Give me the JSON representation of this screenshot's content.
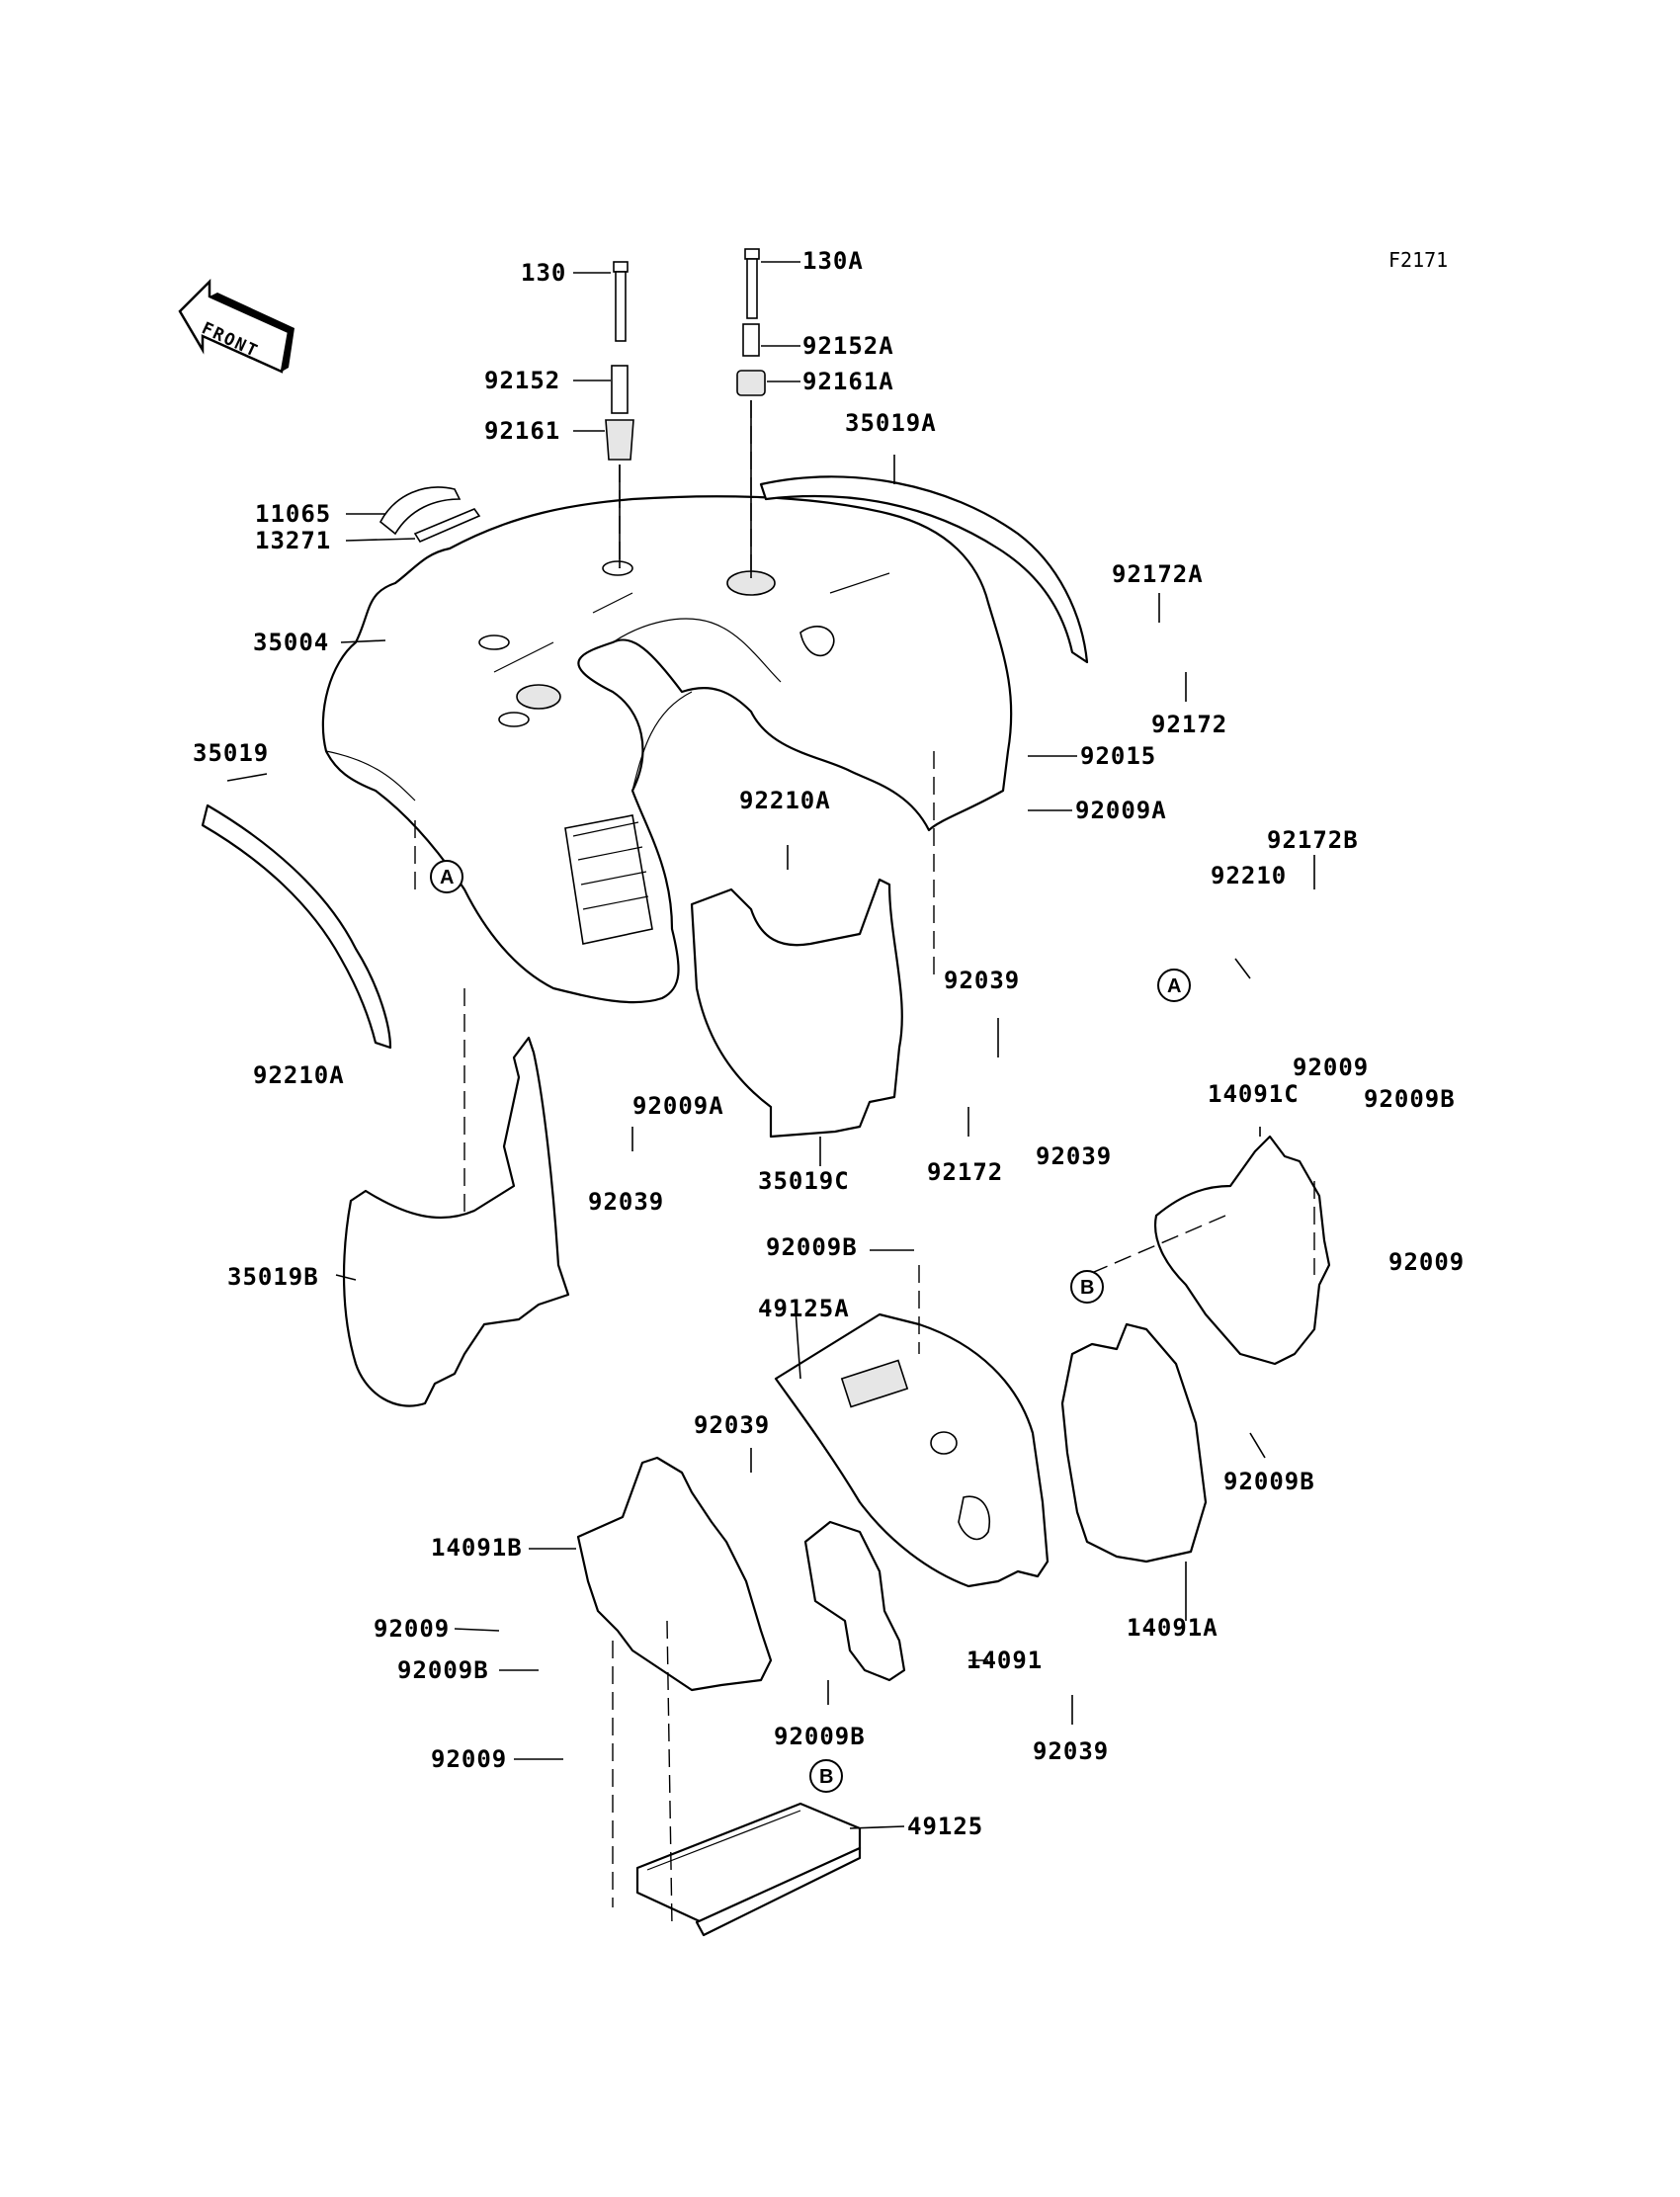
{
  "diagram": {
    "figure_code": "F2171",
    "front_label": "FRONT",
    "callouts": {
      "a1": "A",
      "a2": "A",
      "b1": "B",
      "b2": "B"
    },
    "part_labels": {
      "p130": "130",
      "p130a": "130A",
      "p92152": "92152",
      "p92152a": "92152A",
      "p92161": "92161",
      "p92161a": "92161A",
      "p35019a": "35019A",
      "p11065": "11065",
      "p13271": "13271",
      "p35004": "35004",
      "p92172a": "92172A",
      "p92172_top": "92172",
      "p35019": "35019",
      "p92015": "92015",
      "p92210a_mid": "92210A",
      "p92009a_right": "92009A",
      "p92172b": "92172B",
      "p92210": "92210",
      "p92039_mid": "92039",
      "p92210a_left": "92210A",
      "p92009a_mid": "92009A",
      "p92172_mid": "92172",
      "p92039_left": "92039",
      "p35019c": "35019C",
      "p35019b": "35019B",
      "p92009_top": "92009",
      "p14091c": "14091C",
      "p92009b_top": "92009B",
      "p92039_right": "92039",
      "p92009_right": "92009",
      "p92009b_center": "92009B",
      "p49125a": "49125A",
      "p92009b_right": "92009B",
      "p92039_lower": "92039",
      "p14091b": "14091B",
      "p14091a": "14091A",
      "p92009_left1": "92009",
      "p14091": "14091",
      "p92009b_left": "92009B",
      "p92009b_bottom": "92009B",
      "p92039_bottom": "92039",
      "p92009_left2": "92009",
      "p49125": "49125"
    }
  }
}
